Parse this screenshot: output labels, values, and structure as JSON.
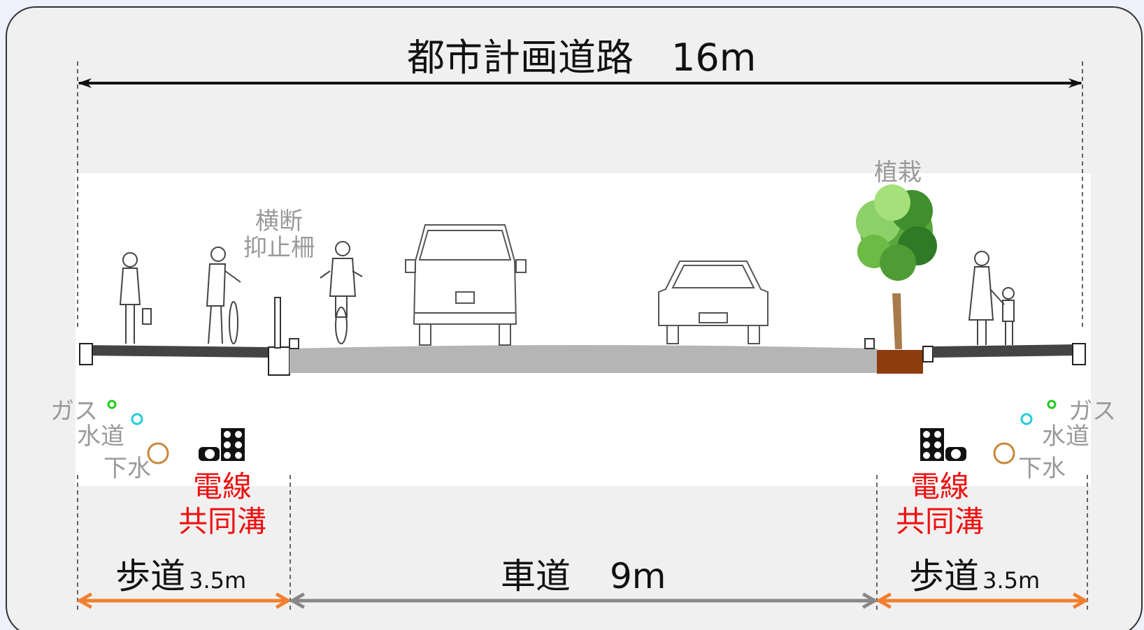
{
  "header": {
    "title": "都市計画道路",
    "width": "16m"
  },
  "labels": {
    "fence": "横断\n抑止柵",
    "planting": "植栽"
  },
  "utilities": {
    "gas": "ガス",
    "water": "水道",
    "sewer": "下水",
    "conduit": "電線\n共同溝"
  },
  "segments": {
    "left_sidewalk": {
      "name": "歩道",
      "width": "3.5m"
    },
    "roadway": {
      "name": "車道",
      "width": "9m"
    },
    "right_sidewalk": {
      "name": "歩道",
      "width": "3.5m"
    }
  },
  "colors": {
    "sidewalk_arrow": "#f07f2e",
    "roadway_arrow": "#888888",
    "conduit_text": "#ee1111",
    "gas": "#22cc22",
    "water": "#22ccdd",
    "sewer": "#c8873a"
  }
}
